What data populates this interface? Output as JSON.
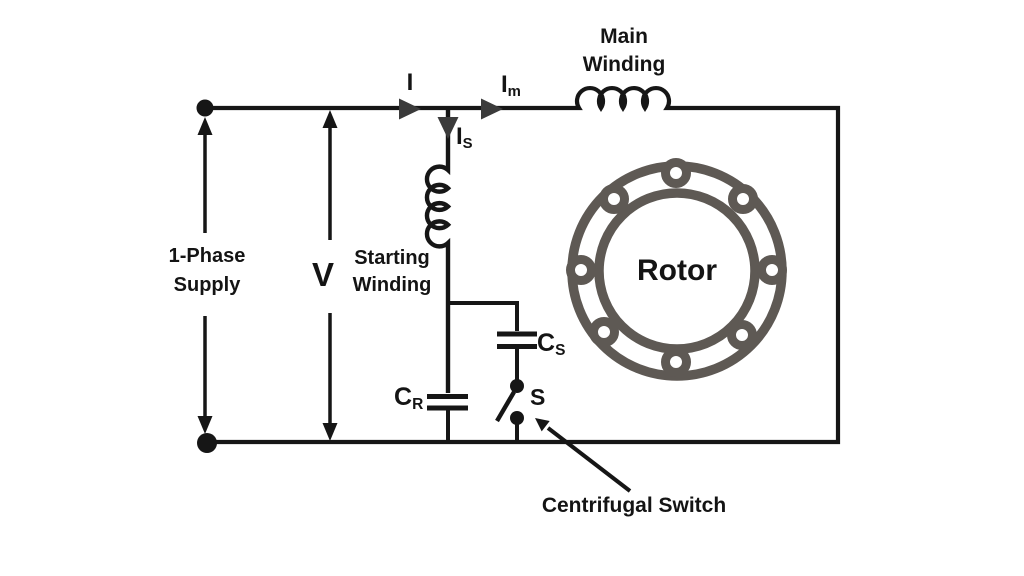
{
  "colors": {
    "background": "#ffffff",
    "wire": "#161616",
    "current_arrow": "#3b3b3b",
    "rotor_gray": "#5e5954",
    "text": "#141414"
  },
  "labels": {
    "supply_line1": "1-Phase",
    "supply_line2": "Supply",
    "voltage": "V",
    "line_current": "I",
    "main_current_main": "I",
    "main_current_sub": "m",
    "start_current_main": "I",
    "start_current_sub": "S",
    "main_winding_line1": "Main",
    "main_winding_line2": "Winding",
    "starting_winding_line1": "Starting",
    "starting_winding_line2": "Winding",
    "rotor": "Rotor",
    "cap_start_main": "C",
    "cap_start_sub": "S",
    "cap_run_main": "C",
    "cap_run_sub": "R",
    "switch": "S",
    "centrifugal_switch": "Centrifugal Switch"
  }
}
